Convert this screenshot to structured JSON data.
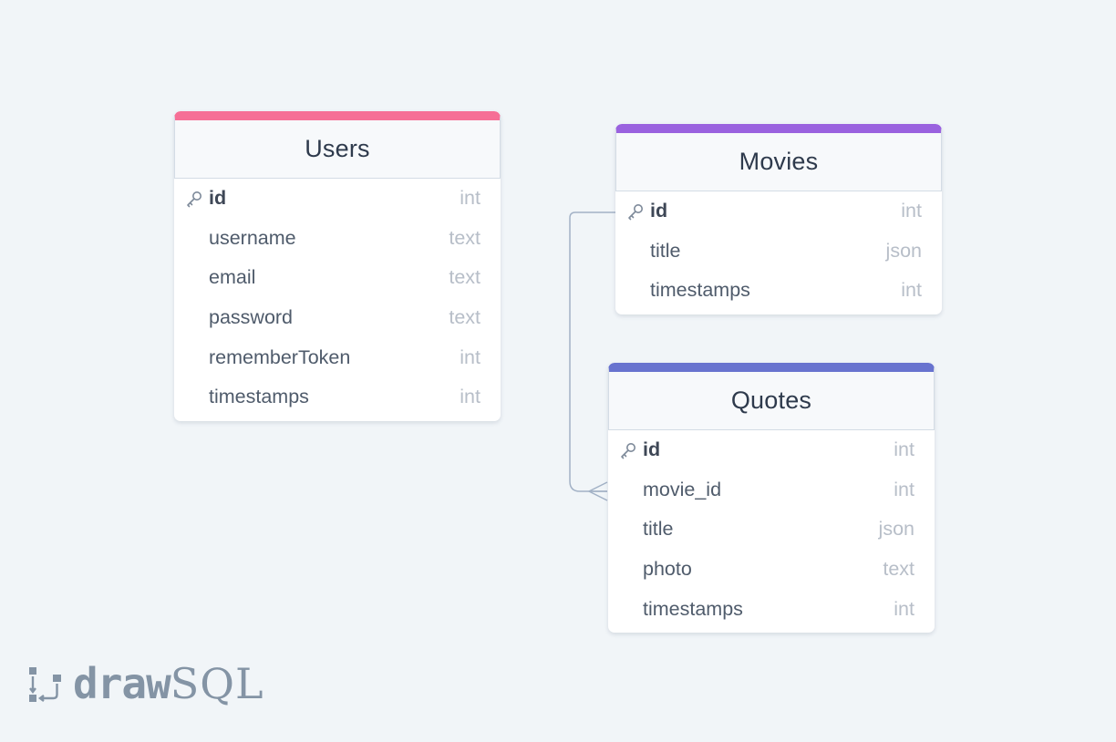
{
  "brand": {
    "part1": "draw",
    "part2": "SQL"
  },
  "colors": {
    "users_accent": "#f66f96",
    "movies_accent": "#9a62df",
    "quotes_accent": "#6873cf",
    "line": "#a3b2c6",
    "background": "#f1f5f8"
  },
  "icons": {
    "primary_key": "key-icon",
    "logo": "drawsql-logo-icon"
  },
  "tables": {
    "users": {
      "title": "Users",
      "columns": [
        {
          "name": "id",
          "type": "int",
          "primary_key": true
        },
        {
          "name": "username",
          "type": "text"
        },
        {
          "name": "email",
          "type": "text"
        },
        {
          "name": "password",
          "type": "text"
        },
        {
          "name": "rememberToken",
          "type": "int"
        },
        {
          "name": "timestamps",
          "type": "int"
        }
      ]
    },
    "movies": {
      "title": "Movies",
      "columns": [
        {
          "name": "id",
          "type": "int",
          "primary_key": true
        },
        {
          "name": "title",
          "type": "json"
        },
        {
          "name": "timestamps",
          "type": "int"
        }
      ]
    },
    "quotes": {
      "title": "Quotes",
      "columns": [
        {
          "name": "id",
          "type": "int",
          "primary_key": true
        },
        {
          "name": "movie_id",
          "type": "int"
        },
        {
          "name": "title",
          "type": "json"
        },
        {
          "name": "photo",
          "type": "text"
        },
        {
          "name": "timestamps",
          "type": "int"
        }
      ]
    }
  },
  "relations": [
    {
      "from_table": "movies",
      "from_column": "id",
      "to_table": "quotes",
      "to_column": "movie_id",
      "cardinality": "one-to-many"
    }
  ]
}
